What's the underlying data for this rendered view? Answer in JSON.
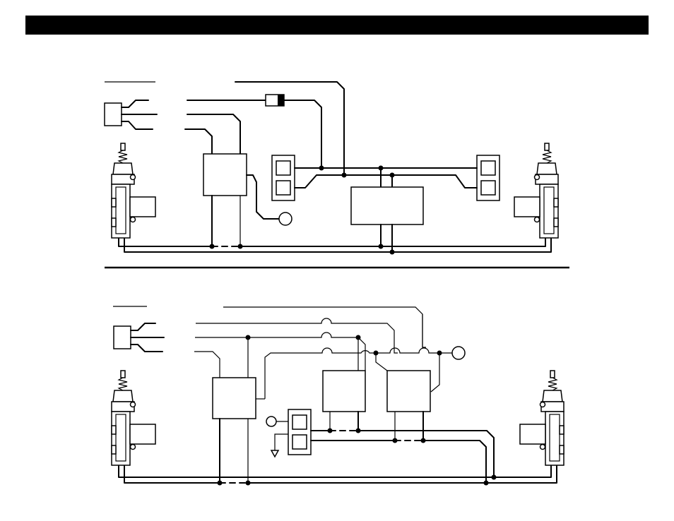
{
  "header": {
    "title": ""
  },
  "colors": {
    "ink": "#000000",
    "paper": "#ffffff"
  },
  "diagrams": [
    {
      "components": [
        "switch-module",
        "control-module",
        "relay-pack-left",
        "relay-pack-right",
        "output-module",
        "lamp",
        "diode",
        "door-lock-actuator-left",
        "door-lock-actuator-right"
      ]
    },
    {
      "components": [
        "switch-module",
        "control-module",
        "relay-module-a",
        "relay-module-b",
        "relay-pack",
        "lamp-output",
        "lamp-input",
        "ground-symbol",
        "door-lock-actuator-left",
        "door-lock-actuator-right"
      ]
    }
  ]
}
